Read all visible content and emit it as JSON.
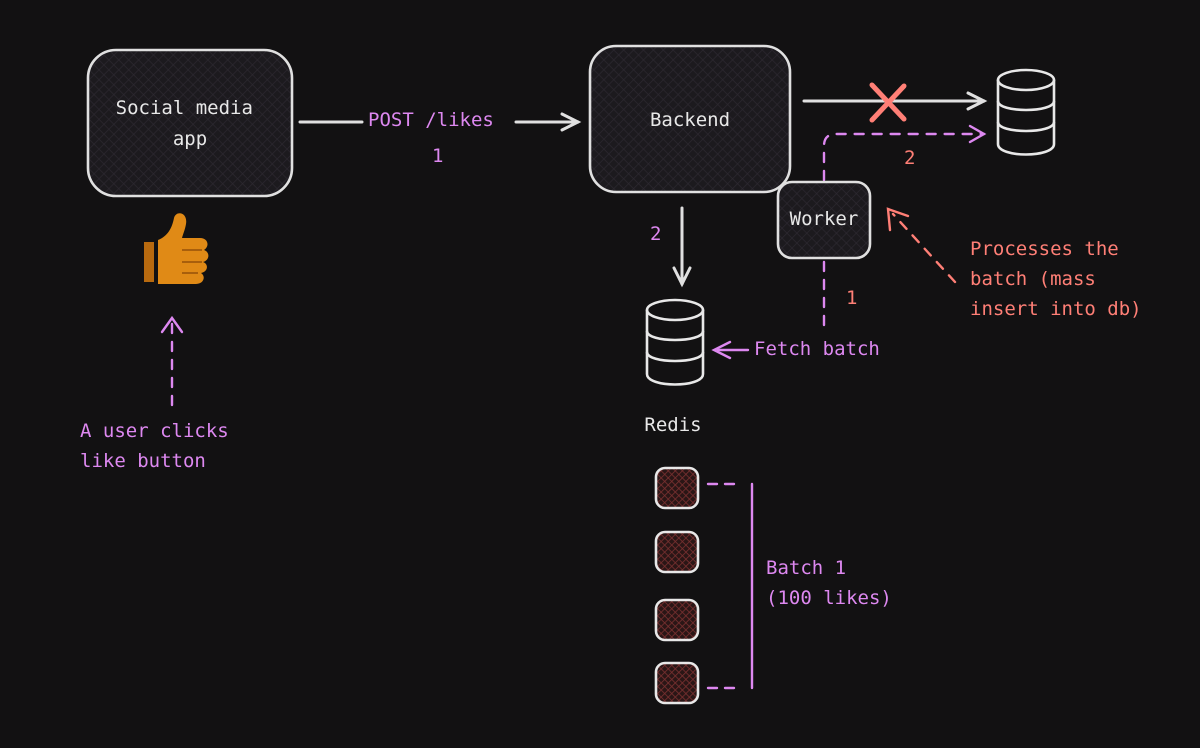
{
  "nodes": {
    "social_app": "Social media\napp",
    "backend": "Backend",
    "worker": "Worker",
    "redis": "Redis"
  },
  "edges": {
    "post_label": "POST /likes",
    "post_step": "1",
    "redis_step": "2",
    "worker_db_step": "2",
    "worker_redis_step": "1",
    "fetch_batch": "Fetch batch"
  },
  "annotations": {
    "user_click": "A user clicks\nlike button",
    "processes": "Processes the\nbatch (mass\ninsert into db)",
    "batch": "Batch 1\n(100 likes)"
  },
  "icons": {
    "like": "thumbs-up-icon",
    "blocked": "x-mark-icon",
    "database": "database-icon"
  },
  "colors": {
    "background": "#121112",
    "box_stroke": "#e0e0e0",
    "purple": "#dd88f0",
    "red": "#ff7f76",
    "thumb": "#e08a16"
  }
}
